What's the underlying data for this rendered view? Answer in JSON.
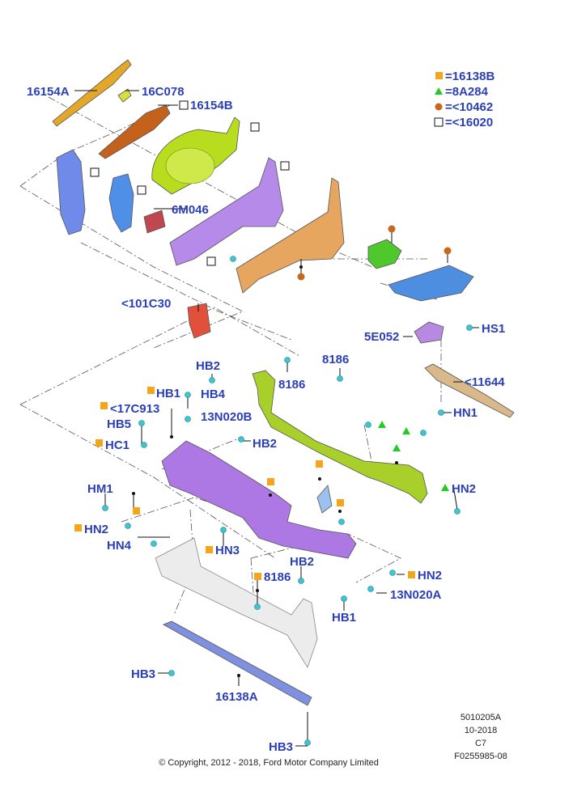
{
  "legend": [
    {
      "symbol": "square-orange",
      "text": "=16138B"
    },
    {
      "symbol": "triangle-green",
      "text": "=8A284"
    },
    {
      "symbol": "circle-brown",
      "text": "=<10462"
    },
    {
      "symbol": "square-outline",
      "text": "=<16020"
    }
  ],
  "labels": {
    "p16154A": "16154A",
    "p16C078": "16C078",
    "p16154B": "16154B",
    "p6M046": "6M046",
    "p101C30": "<101C30",
    "HS1": "HS1",
    "p5E052": "5E052",
    "p11644": "<11644",
    "HN1_right": "HN1",
    "HB2_top": "HB2",
    "p8186_a": "8186",
    "p8186_b": "8186",
    "HB1_left": "HB1",
    "HB4": "HB4",
    "p17C913": "<17C913",
    "p13N020B": "13N020B",
    "HB5": "HB5",
    "HC1": "HC1",
    "HB2_mid": "HB2",
    "HN2_right": "HN2",
    "HM1": "HM1",
    "HN2_left": "HN2",
    "HN4": "HN4",
    "HN3": "HN3",
    "HB2_low": "HB2",
    "p8186_c": "8186",
    "HN2_low": "HN2",
    "p13N020A": "13N020A",
    "HB1_low": "HB1",
    "HB3_a": "HB3",
    "p16138A": "16138A",
    "HB3_b": "HB3"
  },
  "footer": {
    "ref_code": "5010205A",
    "date": "10-2018",
    "rev": "C7",
    "figure_id": "F0255985-08",
    "copyright": "© Copyright, 2012 - 2018, Ford Motor Company Limited"
  },
  "colors": {
    "label_blue": "#2b3fb6",
    "square_orange": "#f4a51c",
    "triangle_green": "#22cc22",
    "circle_brown": "#c8681c",
    "fastener_teal": "#3cc6d0",
    "purple_parts": "#a774e0",
    "green_crossmember": "#a4cc2a",
    "bumper_beam": "#e8e8e8",
    "lower_bar": "#7f8fe0"
  }
}
